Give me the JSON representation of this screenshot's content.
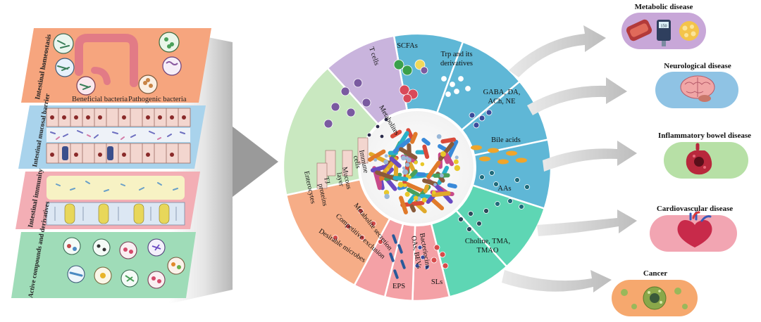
{
  "left_panels": [
    {
      "label": "Intestinal homeostasis",
      "color": "#f6a57e"
    },
    {
      "label": "Intestinal mucosal barrier",
      "color": "#a9d3ec"
    },
    {
      "label": "Intestinal immunity",
      "color": "#f3aeb5"
    },
    {
      "label": "Active compounds and derivatives",
      "color": "#9fdcb8"
    }
  ],
  "homeostasis_captions": {
    "left": "Beneficial bacteria",
    "right": "Pathogenic bacteria"
  },
  "wheel_segments": [
    {
      "label": "SCFAs",
      "color": "#5fb7d6"
    },
    {
      "label": "Trp and its derivatives",
      "color": "#5fb7d6"
    },
    {
      "label": "GABA, DA, ACh, NE",
      "color": "#5fb7d6"
    },
    {
      "label": "Bile acids",
      "color": "#5fb7d6"
    },
    {
      "label": "AAs",
      "color": "#5ed6b4"
    },
    {
      "label": "Choline, TMA, TMAO",
      "color": "#5ed6b4"
    },
    {
      "label": "SLs",
      "color": "#f4a1a6"
    },
    {
      "label": "Bacteriocins, OAs, BEVs",
      "color": "#f4a1a6"
    },
    {
      "label": "EPS",
      "color": "#f4a1a6"
    }
  ],
  "inner_segments": {
    "metabolites": {
      "label": "Metabolites",
      "color": "#c9b4dd"
    },
    "immune": {
      "label": "T cells",
      "color": "#c9b4dd"
    },
    "barrier": [
      "Enterocytes",
      "TJ proteins",
      "Mucous layer",
      "Immune cells"
    ],
    "barrier_color": "#c9e8c0",
    "secretion": [
      "Desirable microbes",
      "Competitive exclusion",
      "Metabolite secretion"
    ],
    "secretion_color": "#f6ad87"
  },
  "diseases": [
    {
      "label": "Metabolic disease",
      "color": "#c8a7d8",
      "icon": "blood-vessel-glucose-meter-fat-cell"
    },
    {
      "label": "Neurological disease",
      "color": "#8fc3e4",
      "icon": "brain-icon"
    },
    {
      "label": "Inflammatory bowel disease",
      "color": "#b7e0a6",
      "icon": "inflamed-colon-icon"
    },
    {
      "label": "Cardiovascular disease",
      "color": "#f2a5b2",
      "icon": "heart-icon"
    },
    {
      "label": "Cancer",
      "color": "#f6a86e",
      "icon": "tumor-cell-icon"
    }
  ]
}
